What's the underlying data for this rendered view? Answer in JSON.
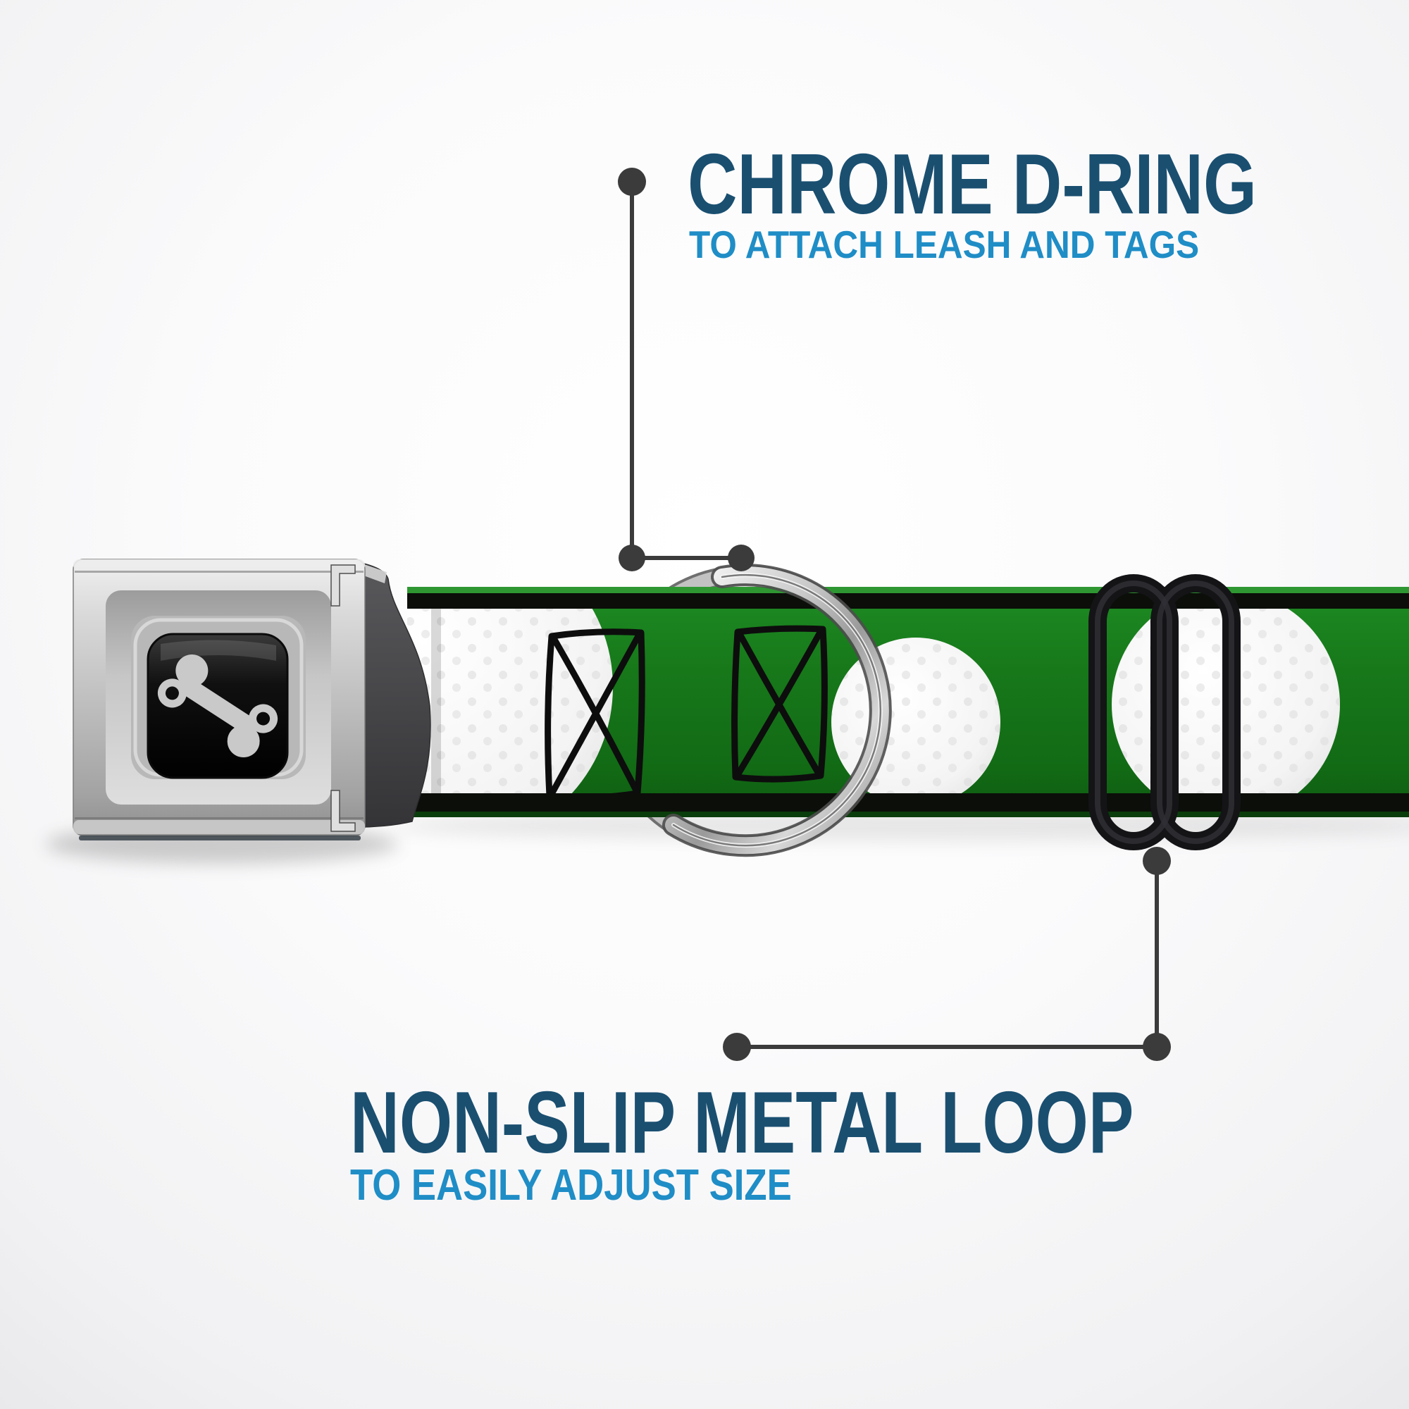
{
  "callouts": {
    "top": {
      "title": "CHROME D-RING",
      "subtitle": "TO ATTACH LEASH AND TAGS"
    },
    "bottom": {
      "title": "NON-SLIP METAL LOOP",
      "subtitle": "TO EASILY ADJUST SIZE"
    }
  },
  "colors": {
    "heading_navy": "#1a4f70",
    "subheading_blue": "#1f8dc6",
    "leader_gray": "#3b3b3b",
    "webbing_green": "#17781a",
    "webbing_edge_black": "#0b0e09",
    "golf_ball_white": "#f7f7f7",
    "buckle_silver": "#c0c0c0",
    "buckle_center_black": "#0d0d0d",
    "bone_logo_gray": "#c9c9c9",
    "d_ring_chrome": "#c9c9c9",
    "slider_black": "#17171a"
  },
  "icons": [
    {
      "name": "dog-bone-logo"
    }
  ]
}
